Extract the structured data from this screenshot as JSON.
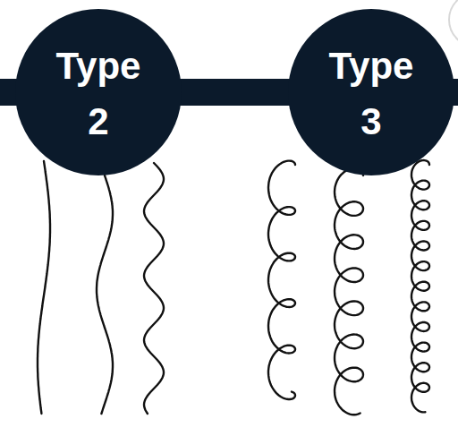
{
  "diagram": {
    "nodes": [
      {
        "text": [
          "Type 2"
        ]
      },
      {
        "text": [
          "Type 3"
        ]
      }
    ],
    "edges": [
      {
        "from": 0,
        "to": 1,
        "arrow": "none"
      }
    ]
  }
}
